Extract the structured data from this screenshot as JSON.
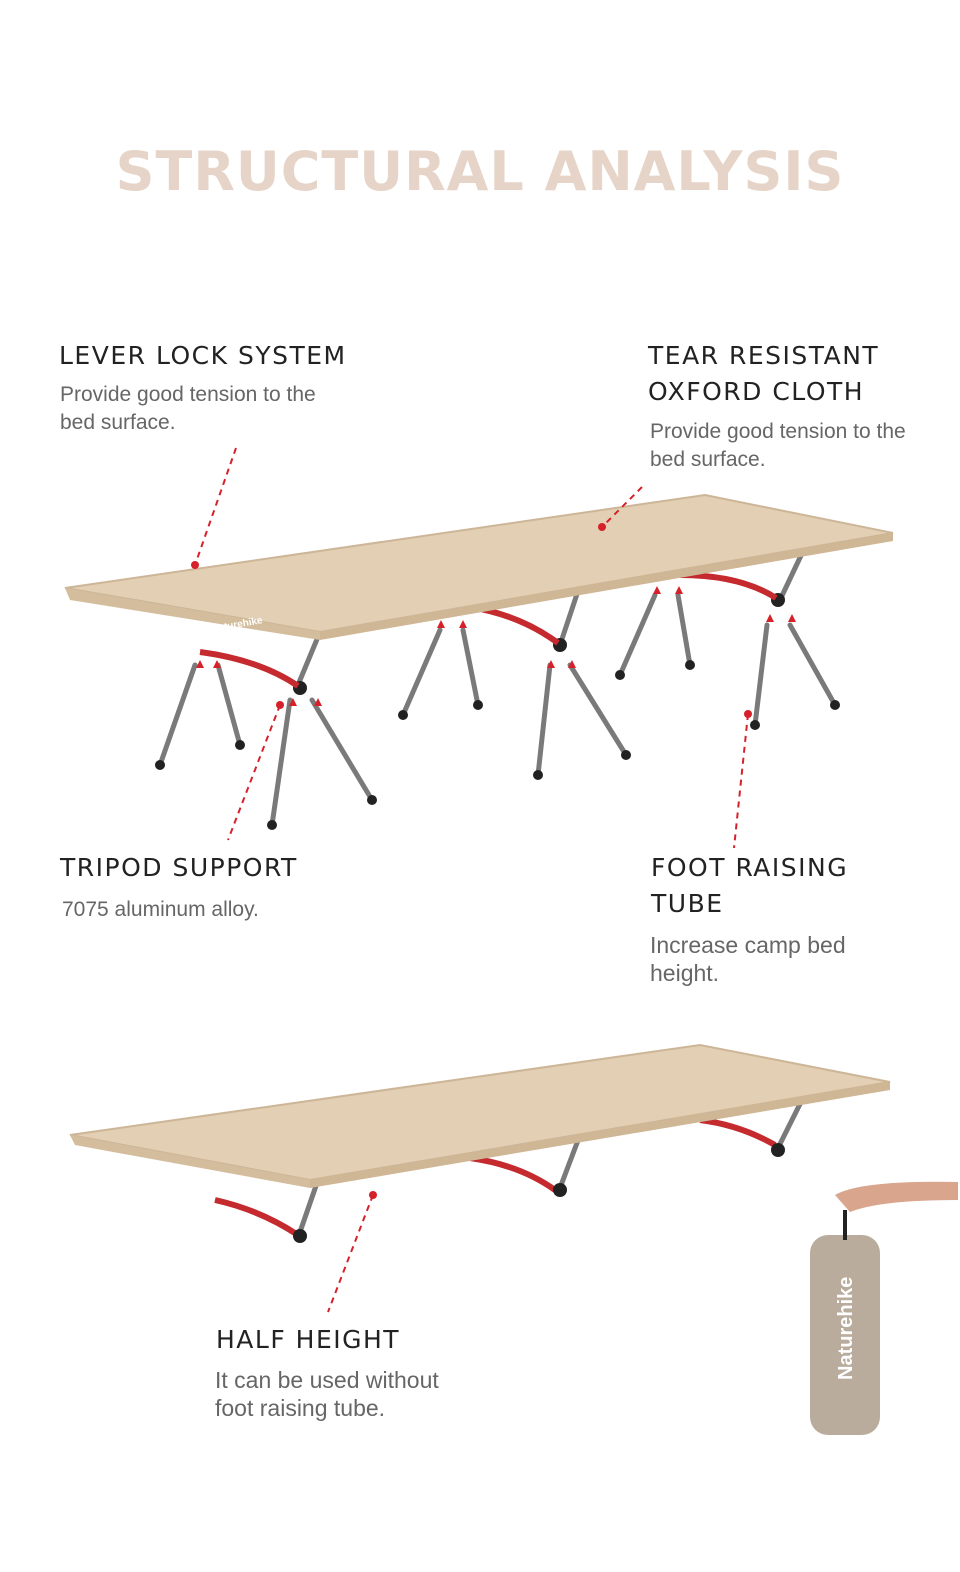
{
  "title": "STRUCTURAL ANALYSIS",
  "features": [
    {
      "heading": "LEVER LOCK SYSTEM",
      "text": "Provide good tension to the bed surface."
    },
    {
      "heading": "TEAR RESISTANT OXFORD CLOTH",
      "text": "Provide good tension to the bed surface."
    },
    {
      "heading": "TRIPOD SUPPORT",
      "text": "7075 aluminum alloy."
    },
    {
      "heading": "FOOT RAISING TUBE",
      "text": "Increase camp bed height."
    },
    {
      "heading": "HALF HEIGHT",
      "text": "It can be used without foot raising tube."
    }
  ],
  "brand": "Naturehike",
  "colors": {
    "fabric": "#e3cfb3",
    "accent": "#d6202a",
    "frame": "#c42a2e",
    "title": "#e6d4c8"
  }
}
